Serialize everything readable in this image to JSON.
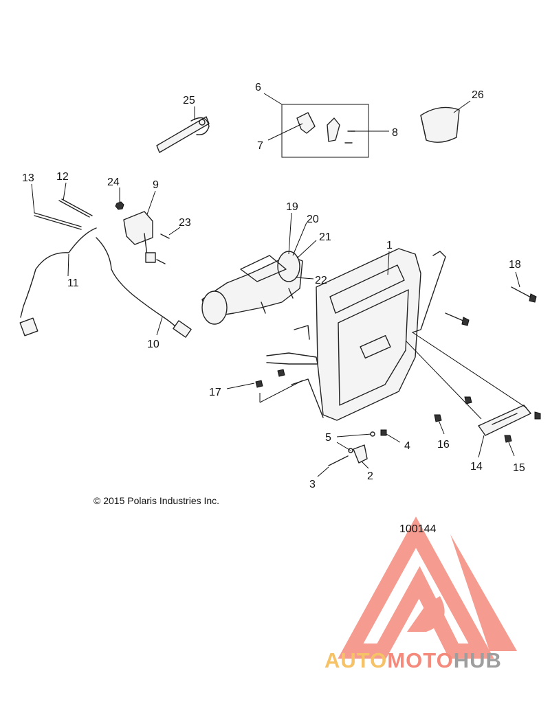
{
  "callouts": {
    "c1": "1",
    "c2": "2",
    "c3": "3",
    "c4": "4",
    "c5": "5",
    "c6": "6",
    "c7": "7",
    "c8": "8",
    "c9": "9",
    "c10": "10",
    "c11": "11",
    "c12": "12",
    "c13": "13",
    "c14": "14",
    "c15": "15",
    "c16": "16",
    "c17": "17",
    "c18": "18",
    "c19": "19",
    "c20": "20",
    "c21": "21",
    "c22": "22",
    "c23": "23",
    "c24": "24",
    "c25": "25",
    "c26": "26"
  },
  "copyright": "© 2015 Polaris Industries Inc.",
  "figure_number": "100144",
  "watermark": {
    "part1": "AUTO",
    "part2": "MOTO",
    "part3": "HUB",
    "colors": {
      "auto": "#f5c267",
      "moto": "#f48a7c",
      "hub": "#9e9e9e",
      "logo": "#f48a7c"
    }
  }
}
